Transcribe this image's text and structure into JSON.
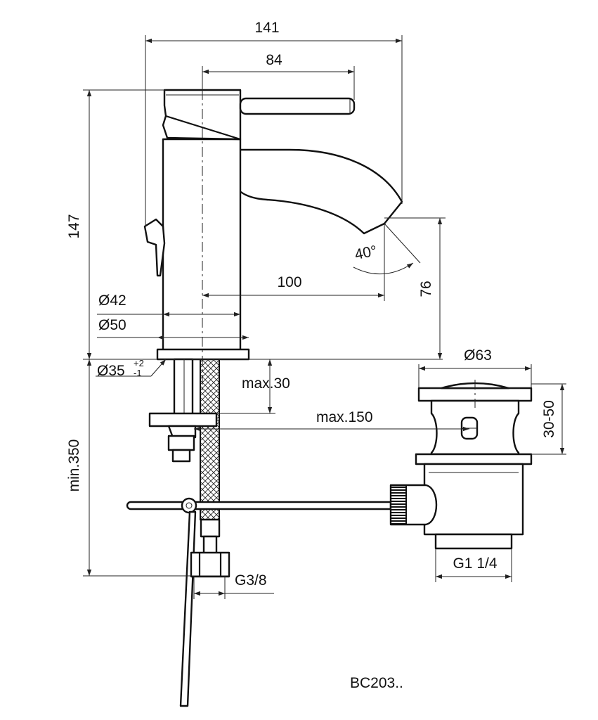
{
  "colors": {
    "line": "#111111",
    "background": "#ffffff"
  },
  "dimensions": {
    "overall_width": "141",
    "lever_reach": "84",
    "overall_height": "147",
    "spout_projection": "100",
    "spout_height": "76",
    "spout_angle": "40°",
    "body_diameter": "Ø42",
    "base_diameter": "Ø50",
    "hole_diameter": "Ø35",
    "hole_tol_plus": "+2",
    "hole_tol_minus": "-1",
    "deck_thickness": "max.30",
    "rod_offset": "max.150",
    "hose_length": "min.350",
    "waste_diameter": "Ø63",
    "waste_plug_range": "30-50",
    "waste_thread": "G1 1/4",
    "hose_thread": "G3/8"
  },
  "model_code": "BC203.."
}
